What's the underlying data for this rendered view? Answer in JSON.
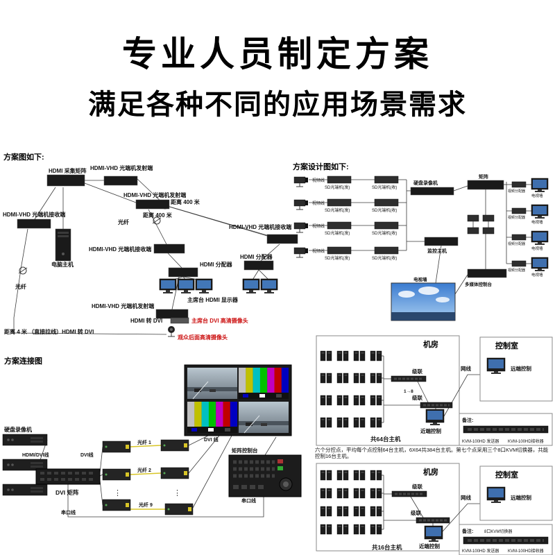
{
  "header": {
    "title": "专业人员制定方案",
    "subtitle": "满足各种不同的应用场景需求"
  },
  "scheme1": {
    "title": "方案图如下:",
    "capture_matrix": "HDMI 采集矩阵",
    "tx_label": "HDMI-VHD 光端机发射端",
    "rx_label": "HDMI-VHD 光端机接收端",
    "dist_400m": "距离 400 米",
    "fiber": "光纤",
    "pc": "电脑主机",
    "splitter": "HDMI 分配器",
    "podium_display": "主席台 HDMI 显示器",
    "hdmi_to_dvi": "HDMI 转 DVI",
    "podium_camera": "主席台 DVI 高清摄像头",
    "dist_4m": "距离 4 米 （直接拉线）HDMI 转 DVI",
    "audience_camera": "观众后面高清摄像头"
  },
  "scheme2": {
    "title": "方案设计图如下:",
    "video_line": "视频线",
    "sd_tx": "SD光端机(发)",
    "sd_rx": "SD光端机(收)",
    "dvr": "硬盘录像机",
    "matrix": "矩阵",
    "video_splitter": "视频分配器",
    "tv_wall": "电视墙",
    "monitor_host": "监控主机",
    "media_console": "多媒体控制台"
  },
  "connection": {
    "title": "方案连接图",
    "dvr": "硬盘录像机",
    "hdmi_dvi_line": "HDMI/DVI线",
    "dvi_matrix": "DVI 矩阵",
    "dvi_line": "DVI线",
    "dvi_line2": "DVI 线",
    "fiber_1": "光纤 1",
    "fiber_2": "光纤 2",
    "fiber_9": "光纤 9",
    "serial_line": "串口线",
    "matrix_console": "矩阵控制台",
    "dots": "⋮"
  },
  "kvm": {
    "room": "机房",
    "control_room": "控制室",
    "cascade": "级联",
    "one_to_eight": "1→8",
    "near_control": "近端控制",
    "net_cable": "网线",
    "remote_control": "远端控制",
    "total_a": "共64台主机",
    "total_b": "共16台主机",
    "note_title": "备注:",
    "kvm_tx": "KVM-100HD 发送器",
    "kvm_rx": "KVM-100HD接收器",
    "kvm_switch": "8口KVM切换器",
    "caption": "六个分控点，平均每个点控制64台主机，6X64共384台主机。第七个点采用三个8口KVM切换器，共能控制16台主机。"
  },
  "colors": {
    "line": "#3a3a3a",
    "fiber_yellow": "#d8c527",
    "red_text": "#cc1111",
    "screen_blue": "#3f6fae"
  }
}
